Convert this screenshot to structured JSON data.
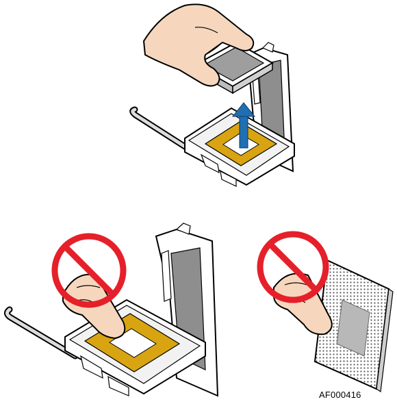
{
  "figure_id": "AF000416",
  "colors": {
    "socket_pad": "#d9a411",
    "lid_gray": "#8e8e8e",
    "arrow_blue": "#1f6fb2",
    "prohibition_red": "#e5202a",
    "skin": "#f6d7bd",
    "outline": "#000000"
  },
  "panels": {
    "top": "remove-processor-from-socket",
    "bottom_left": "do-not-touch-socket-contacts",
    "bottom_right": "do-not-touch-processor-pins"
  }
}
